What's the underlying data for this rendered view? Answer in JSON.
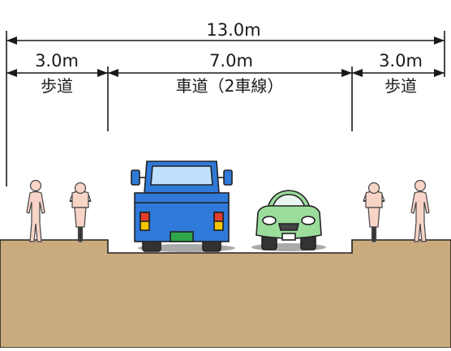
{
  "dimensions": {
    "total": "13.0m",
    "left_sidewalk": "3.0m",
    "roadway": "7.0m",
    "right_sidewalk": "3.0m"
  },
  "labels": {
    "left_sidewalk": "歩道",
    "roadway": "車道（2車線）",
    "right_sidewalk": "歩道"
  },
  "colors": {
    "ground": "#c9ab7e",
    "outline": "#222222",
    "truck": "#2f79d8",
    "car": "#9bdc9b",
    "skin": "#f7d4c6"
  },
  "icons": [
    "pedestrian-icon",
    "cyclist-icon",
    "truck-rear-icon",
    "car-front-icon"
  ]
}
